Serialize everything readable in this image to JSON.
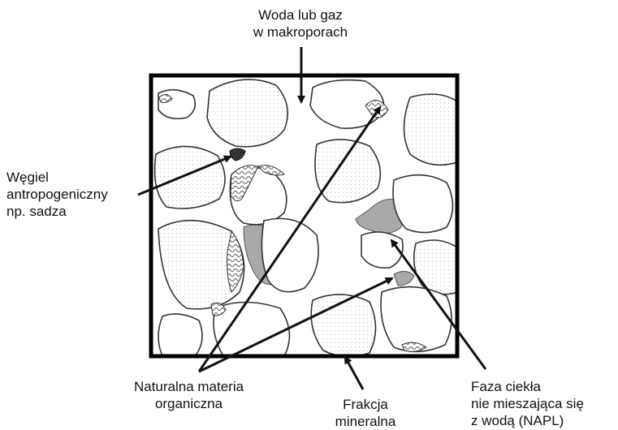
{
  "title": "",
  "labels": {
    "top": [
      "Woda lub gaz",
      "w makroporach"
    ],
    "coal": [
      "Węgiel",
      "antropogeniczny",
      "np. sadza"
    ],
    "nom": [
      "Naturalna materia",
      "organiczna"
    ],
    "mineral": [
      "Frakcja",
      "mineralna"
    ],
    "napl": [
      "Faza ciekła",
      "nie mieszająca się",
      "z wodą (NAPL)"
    ]
  },
  "colors": {
    "frame": "#000000",
    "grain_outline": "#333333",
    "napl_fill": "#a9a9a9",
    "nom_pattern": "#555555",
    "soot_fill": "#222222"
  }
}
